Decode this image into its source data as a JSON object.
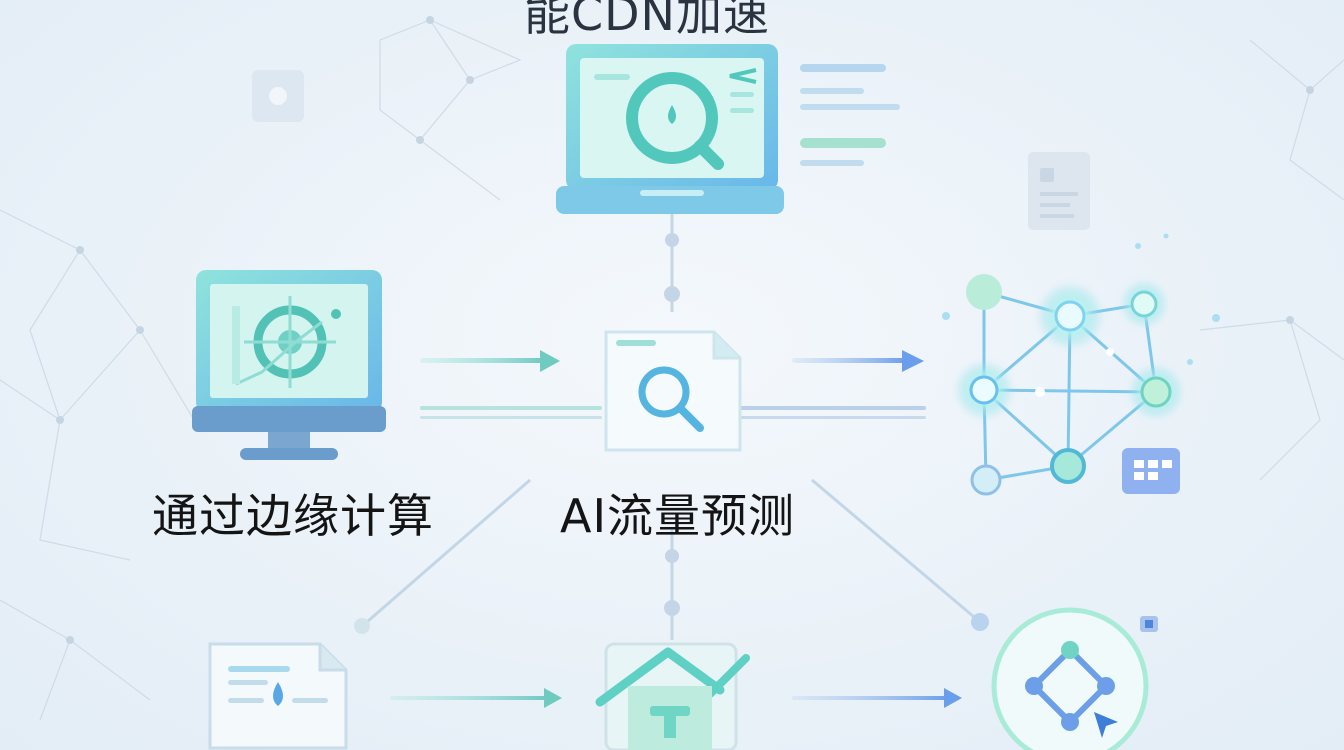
{
  "diagram": {
    "title": "能CDN加速",
    "labels": {
      "edge_computing": "通过边缘计算",
      "ai_traffic_prediction": "AI流量预测"
    }
  },
  "colors": {
    "teal": "#5fd6cf",
    "light_teal": "#bff0ec",
    "blue": "#6fa6ee",
    "slate": "#5d8fc0",
    "glow": "#9ff2ea"
  }
}
